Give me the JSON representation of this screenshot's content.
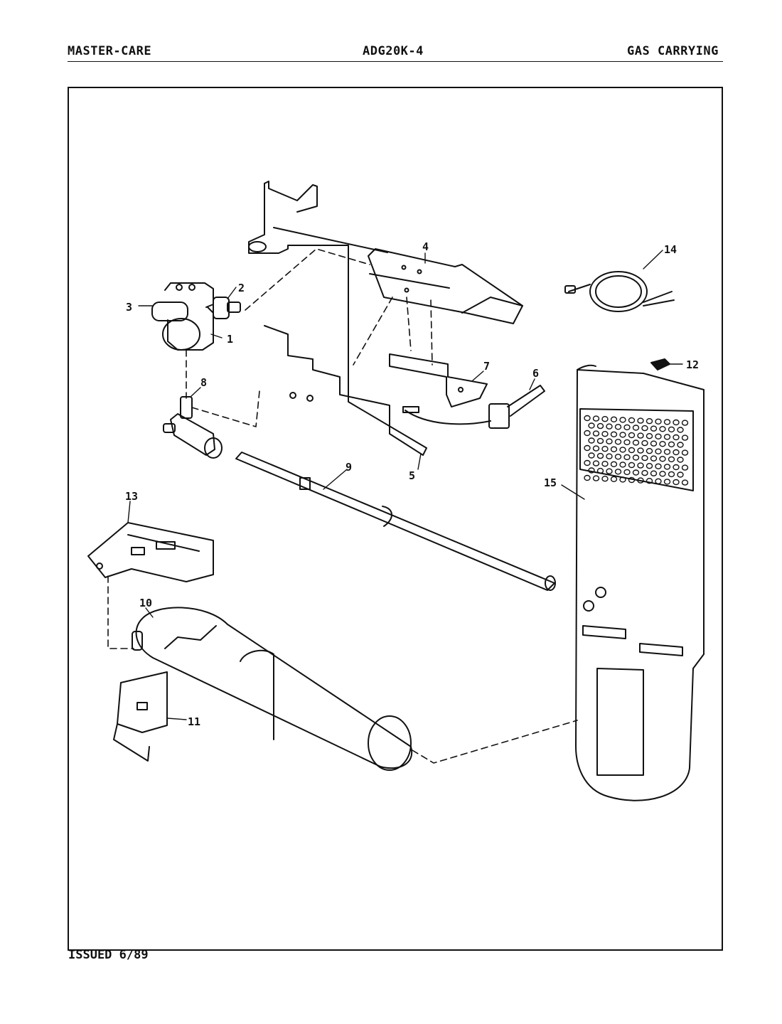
{
  "header": {
    "brand": "MASTER-CARE",
    "model": "ADG20K-4",
    "section": "GAS CARRYING"
  },
  "footer": {
    "issued": "ISSUED 6/89"
  },
  "callouts": {
    "c1": "1",
    "c2": "2",
    "c3": "3",
    "c4": "4",
    "c5": "5",
    "c6": "6",
    "c7": "7",
    "c8": "8",
    "c9": "9",
    "c10": "10",
    "c11": "11",
    "c12": "12",
    "c13": "13",
    "c14": "14",
    "c15": "15"
  }
}
